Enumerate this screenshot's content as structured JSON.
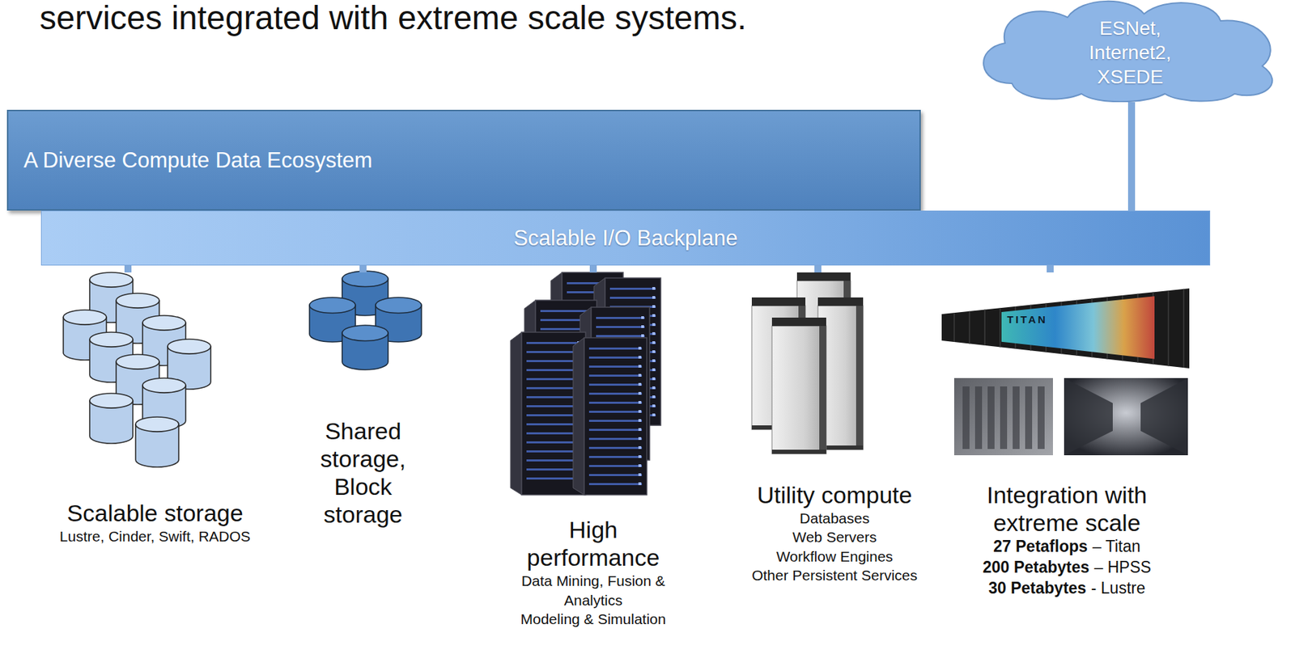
{
  "diagram": {
    "title": "services integrated with extreme scale systems.",
    "nodes": [
      {
        "text": [
          "A Diverse Compute Data Ecosystem"
        ]
      },
      {
        "text": [
          "ESNet, Internet2, XSEDE"
        ]
      },
      {
        "text": [
          "Scalable I/O Backplane"
        ]
      },
      {
        "text": [
          "Scalable storage",
          "Lustre, Cinder, Swift, RADOS"
        ]
      },
      {
        "text": [
          "Shared storage, Block storage"
        ]
      },
      {
        "text": [
          "High performance",
          "Data Mining, Fusion & Analytics",
          "Modeling & Simulation"
        ]
      },
      {
        "text": [
          "Utility compute",
          "Databases",
          "Web Servers",
          "Workflow Engines",
          "Other Persistent Services"
        ]
      },
      {
        "text": [
          "Integration with extreme scale",
          "27 Petaflops",
          "– Titan",
          "200 Petabytes",
          "– HPSS",
          "30 Petabytes",
          "- Lustre"
        ]
      }
    ],
    "edges": [
      {
        "from": 1,
        "to": 2,
        "arrow": "none"
      },
      {
        "from": 2,
        "to": 3,
        "arrow": "none"
      },
      {
        "from": 2,
        "to": 4,
        "arrow": "none"
      },
      {
        "from": 2,
        "to": 5,
        "arrow": "none"
      },
      {
        "from": 2,
        "to": 6,
        "arrow": "none"
      },
      {
        "from": 2,
        "to": 7,
        "arrow": "none"
      }
    ],
    "labels": [
      "TITAN"
    ]
  }
}
